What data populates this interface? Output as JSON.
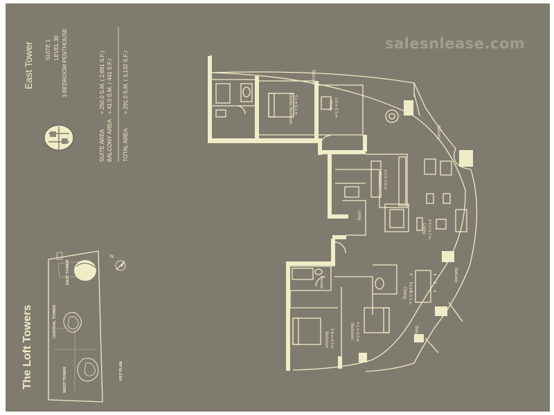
{
  "brand": {
    "project": "The Loft Towers",
    "watermark": "salesnlease.com"
  },
  "suite": {
    "tower": "East Tower",
    "suite": "SUITE 1",
    "level": "LEVEL 30",
    "type": "3 BEDROOM PENTHOUSE"
  },
  "areas": {
    "suite_label": "SUITE AREA",
    "suite_value": "=  250.0 S.M. (  2,691 S.F.)",
    "balcony_label": "BALCONY AREA",
    "balcony_value": "=    41.0 S.M. (     441 S.F.)",
    "total_label": "TOTAL AREA",
    "total_value": "=  291.0 S.M. (  3,132 S.F.)"
  },
  "key_plan": {
    "title": "KEY PLAN",
    "east": "EAST TOWER",
    "central": "CENTRAL TOWER",
    "west": "WEST TOWER",
    "north": "N"
  },
  "rooms": {
    "master_name": "Master Bedroom",
    "master_dim": "4.1 m   5.1 m",
    "study_name": "Study",
    "study_dim": "3.8 m   3.9 m",
    "kitchen_name": "Kitchen",
    "kitchen_dim": "3.0 m   3.6 m",
    "utility": "Utility",
    "living_name": "Living",
    "living_dim": "4.5 m   5.7 m",
    "dining_name": "Dining",
    "dining_dim": "3.9 m   5.1 m",
    "bed2_name": "Bedroom",
    "bed2_dim": "4.1 m   4.2 m",
    "bed3_name": "Bedroom",
    "bed3_dim": "3.8 m   4.3 m",
    "ensuite": "Ensuite",
    "balcony": "Balcony"
  }
}
